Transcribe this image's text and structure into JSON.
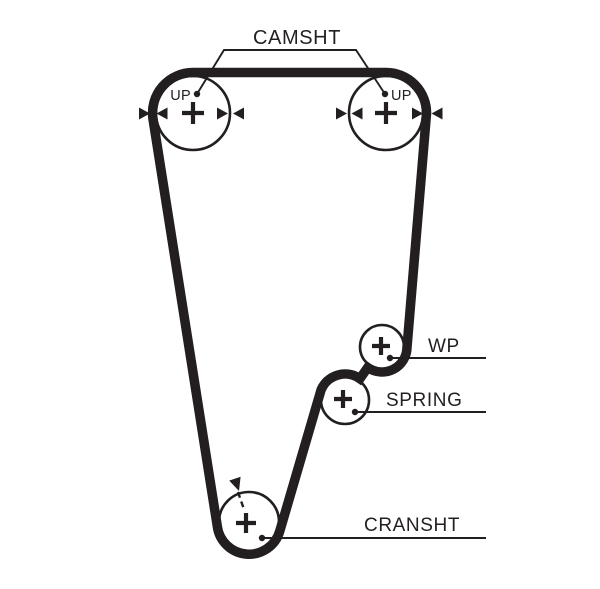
{
  "diagram": {
    "title": "timing-belt-routing-diagram",
    "labels": {
      "camshaft": "CAMSHT",
      "up_left": "UP",
      "up_right": "UP",
      "water_pump": "WP",
      "spring": "SPRING",
      "crankshaft": "CRANSHT"
    },
    "colors": {
      "ink": "#231f20",
      "background": "#ffffff"
    },
    "icons": {
      "belt": "timing-belt-path",
      "alignment_marks": "paired facing triangles at 3 and 9 o'clock of each camshaft pulley",
      "timing_marks": "filled dots with leader lines; dashed radial mark with arrow on crankshaft pulley",
      "center_marks": "plus cross at each pulley center"
    },
    "pulley_count": 5
  }
}
